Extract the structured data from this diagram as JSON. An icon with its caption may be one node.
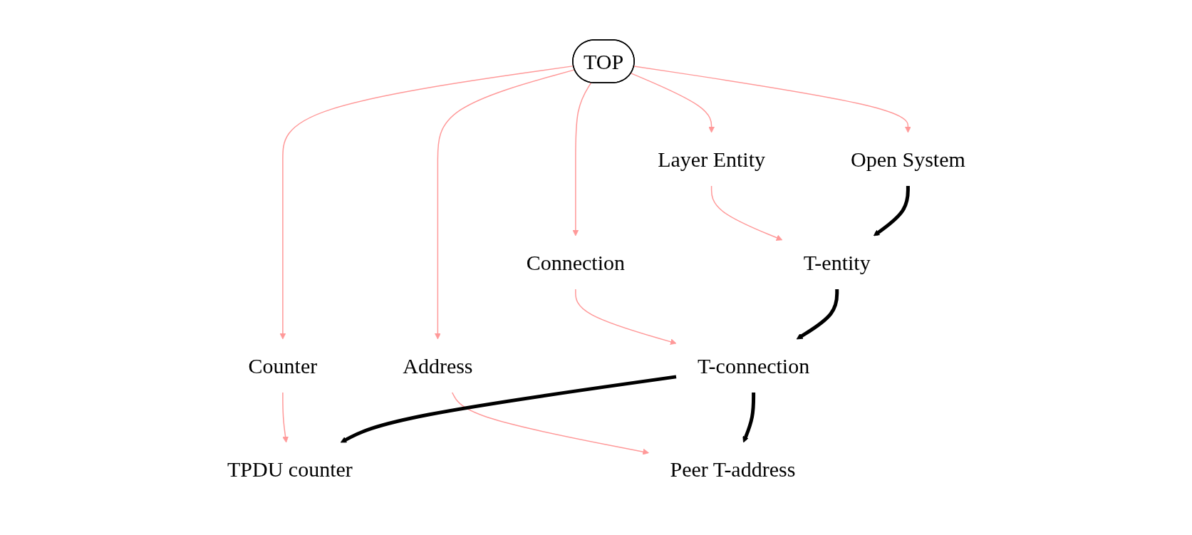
{
  "diagram": {
    "nodes": [
      {
        "text": [
          "TOP"
        ]
      },
      {
        "text": [
          "Open System"
        ]
      },
      {
        "text": [
          "Layer Entity"
        ]
      },
      {
        "text": [
          "Connection"
        ]
      },
      {
        "text": [
          "Counter"
        ]
      },
      {
        "text": [
          "Address"
        ]
      },
      {
        "text": [
          "T-entity"
        ]
      },
      {
        "text": [
          "T-connection"
        ]
      },
      {
        "text": [
          "TPDU counter"
        ]
      },
      {
        "text": [
          "Peer T-address"
        ]
      }
    ],
    "edges": [
      {
        "from": 0,
        "to": 1,
        "arrow": "to"
      },
      {
        "from": 0,
        "to": 2,
        "arrow": "to"
      },
      {
        "from": 0,
        "to": 3,
        "arrow": "to"
      },
      {
        "from": 0,
        "to": 4,
        "arrow": "to"
      },
      {
        "from": 0,
        "to": 5,
        "arrow": "to"
      },
      {
        "from": 2,
        "to": 6,
        "arrow": "to"
      },
      {
        "from": 3,
        "to": 7,
        "arrow": "to"
      },
      {
        "from": 4,
        "to": 8,
        "arrow": "to"
      },
      {
        "from": 5,
        "to": 9,
        "arrow": "to"
      },
      {
        "from": 1,
        "to": 6,
        "arrow": "to",
        "style": "thick",
        "color": "#000000"
      },
      {
        "from": 6,
        "to": 7,
        "arrow": "to",
        "style": "thick",
        "color": "#000000"
      },
      {
        "from": 7,
        "to": 8,
        "arrow": "to",
        "style": "thick",
        "color": "#000000"
      },
      {
        "from": 7,
        "to": 9,
        "arrow": "to",
        "style": "thick",
        "color": "#000000"
      }
    ]
  }
}
